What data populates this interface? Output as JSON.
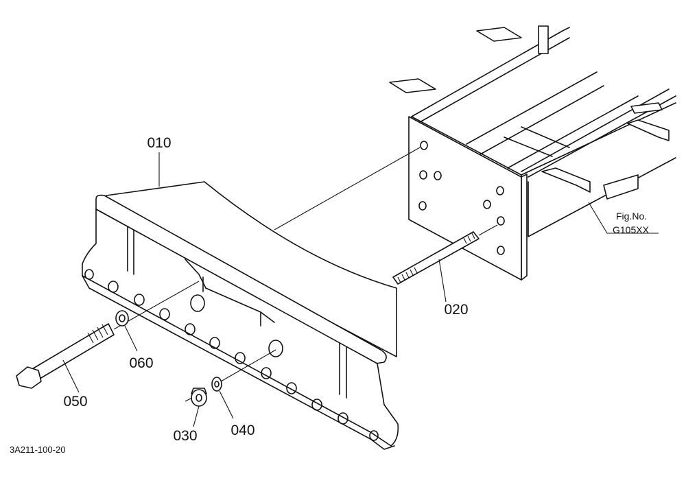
{
  "callouts": [
    {
      "id": "010",
      "text": "010"
    },
    {
      "id": "020",
      "text": "020"
    },
    {
      "id": "030",
      "text": "030"
    },
    {
      "id": "040",
      "text": "040"
    },
    {
      "id": "050",
      "text": "050"
    },
    {
      "id": "060",
      "text": "060"
    }
  ],
  "fig_ref": {
    "line1": "Fig.No.",
    "line2": "G105XX"
  },
  "drawing_code": "3A211-100-20"
}
